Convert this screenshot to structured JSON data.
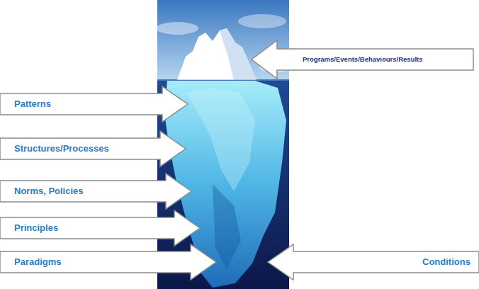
{
  "diagram": {
    "nodes": [
      {
        "text": [
          "Programs/Events/Behaviours/Results"
        ]
      },
      {
        "text": [
          "Patterns"
        ]
      },
      {
        "text": [
          "Structures/Processes"
        ]
      },
      {
        "text": [
          "Norms, Policies"
        ]
      },
      {
        "text": [
          "Principles"
        ]
      },
      {
        "text": [
          "Paradigms"
        ]
      },
      {
        "text": [
          "Conditions"
        ]
      }
    ]
  }
}
